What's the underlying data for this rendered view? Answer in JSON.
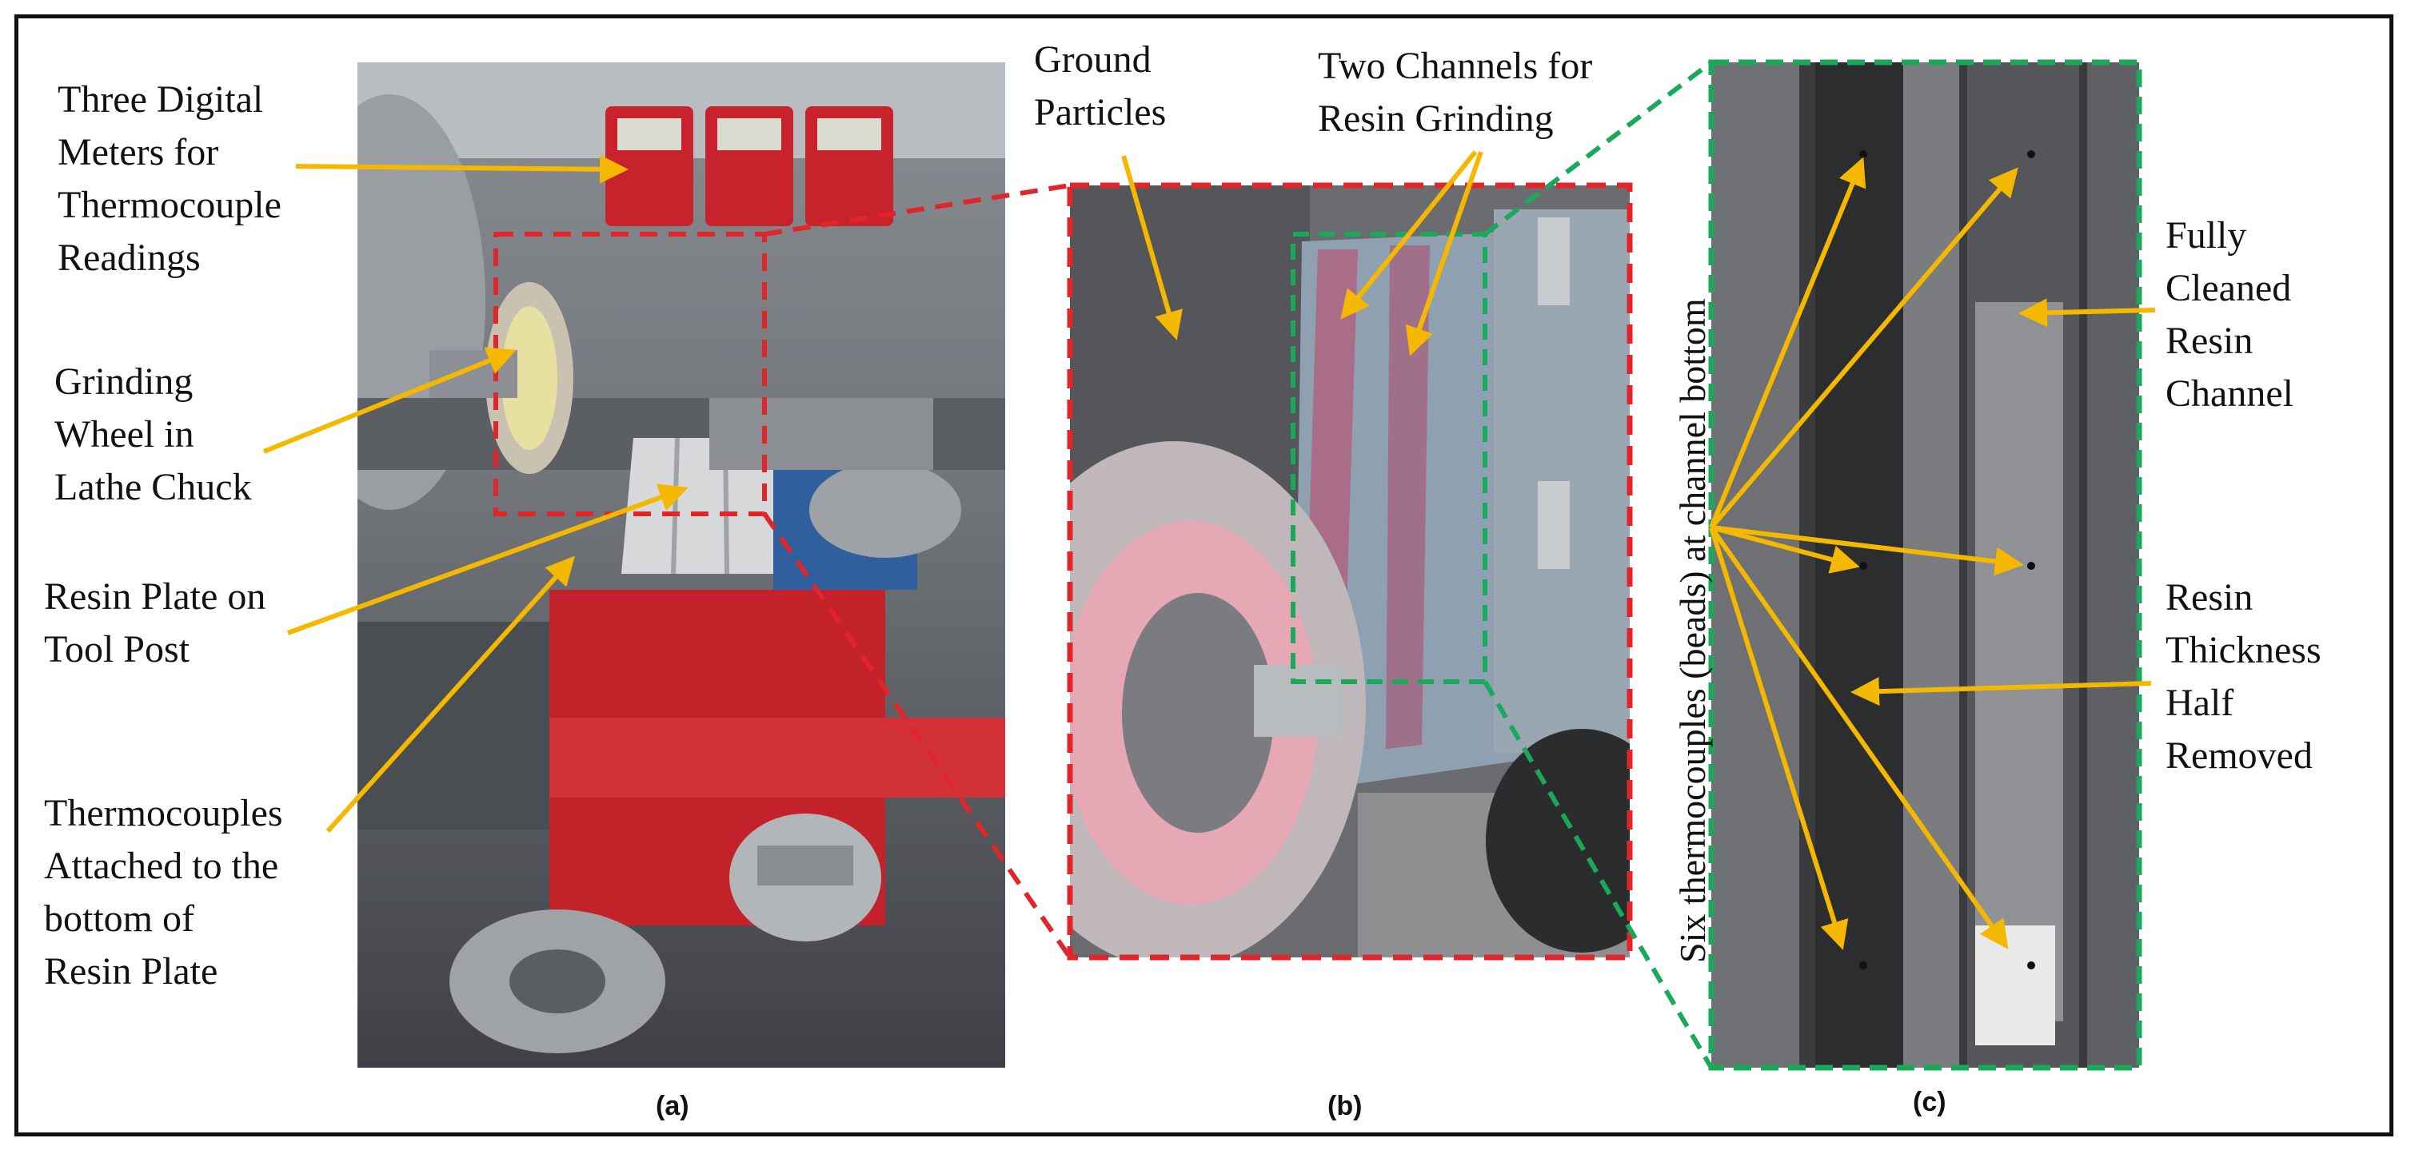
{
  "panel_a": {
    "caption": "(a)",
    "labels": {
      "meters": "Three Digital\nMeters for\nThermocouple\nReadings",
      "wheel": "Grinding\nWheel in\nLathe Chuck",
      "plate": "Resin Plate on\nTool Post",
      "thermocouples": "Thermocouples\nAttached to the\nbottom of\nResin Plate"
    }
  },
  "panel_b": {
    "caption": "(b)",
    "labels": {
      "particles": "Ground\nParticles",
      "channels": "Two Channels for\nResin Grinding"
    }
  },
  "panel_c": {
    "caption": "(c)",
    "vertical_label": "Six thermocouples (beads) at channel bottom",
    "labels": {
      "cleaned": "Fully\nCleaned\nResin\nChannel",
      "half": "Resin\nThickness\nHalf\nRemoved"
    }
  },
  "colors": {
    "arrow": "#f5b800",
    "red_box": "#e0262a",
    "green_box": "#1aa85a"
  }
}
